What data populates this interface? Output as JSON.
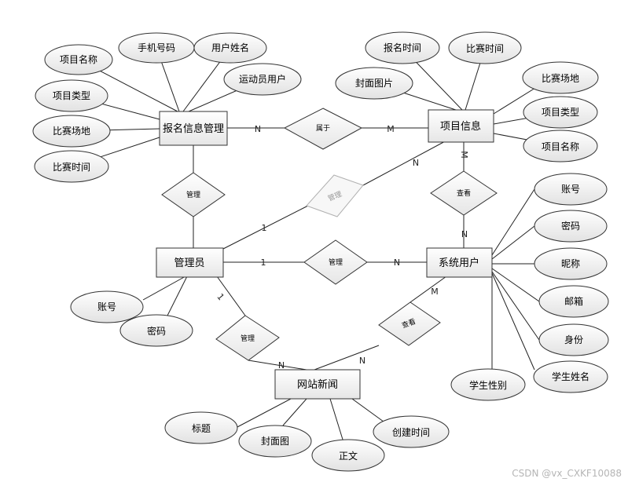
{
  "entities": {
    "registration": "报名信息管理",
    "project": "项目信息",
    "admin": "管理员",
    "user": "系统用户",
    "news": "网站新闻"
  },
  "attributes": {
    "reg_project_name": "项目名称",
    "reg_phone": "手机号码",
    "reg_user_name": "用户姓名",
    "reg_athlete_user": "运动员用户",
    "reg_project_type": "项目类型",
    "reg_venue": "比赛场地",
    "reg_match_time": "比赛时间",
    "proj_signup_time": "报名时间",
    "proj_match_time": "比赛时间",
    "proj_cover": "封面图片",
    "proj_venue": "比赛场地",
    "proj_type": "项目类型",
    "proj_name": "项目名称",
    "user_account": "账号",
    "user_password": "密码",
    "user_nickname": "昵称",
    "user_email": "邮箱",
    "user_identity": "身份",
    "user_student_name": "学生姓名",
    "user_gender": "学生性别",
    "admin_account": "账号",
    "admin_password": "密码",
    "news_title": "标题",
    "news_cover": "封面图",
    "news_body": "正文",
    "news_created": "创建时间"
  },
  "relationships": {
    "belongs": "属于",
    "manage_reg": "管理",
    "manage_proj": "管理",
    "view_proj": "查看",
    "manage_user": "管理",
    "manage_news": "管理",
    "view_news": "查看"
  },
  "cardinalities": {
    "reg_belongs": "N",
    "proj_belongs": "M",
    "proj_manage": "N",
    "admin_manage_proj": "1",
    "proj_view": "M",
    "user_view_proj": "N",
    "admin_manage_user": "1",
    "user_manage": "N",
    "admin_manage_news": "1",
    "news_manage": "N",
    "news_view": "N",
    "user_view_news": "M"
  },
  "watermark": "CSDN @vx_CXKF10088"
}
